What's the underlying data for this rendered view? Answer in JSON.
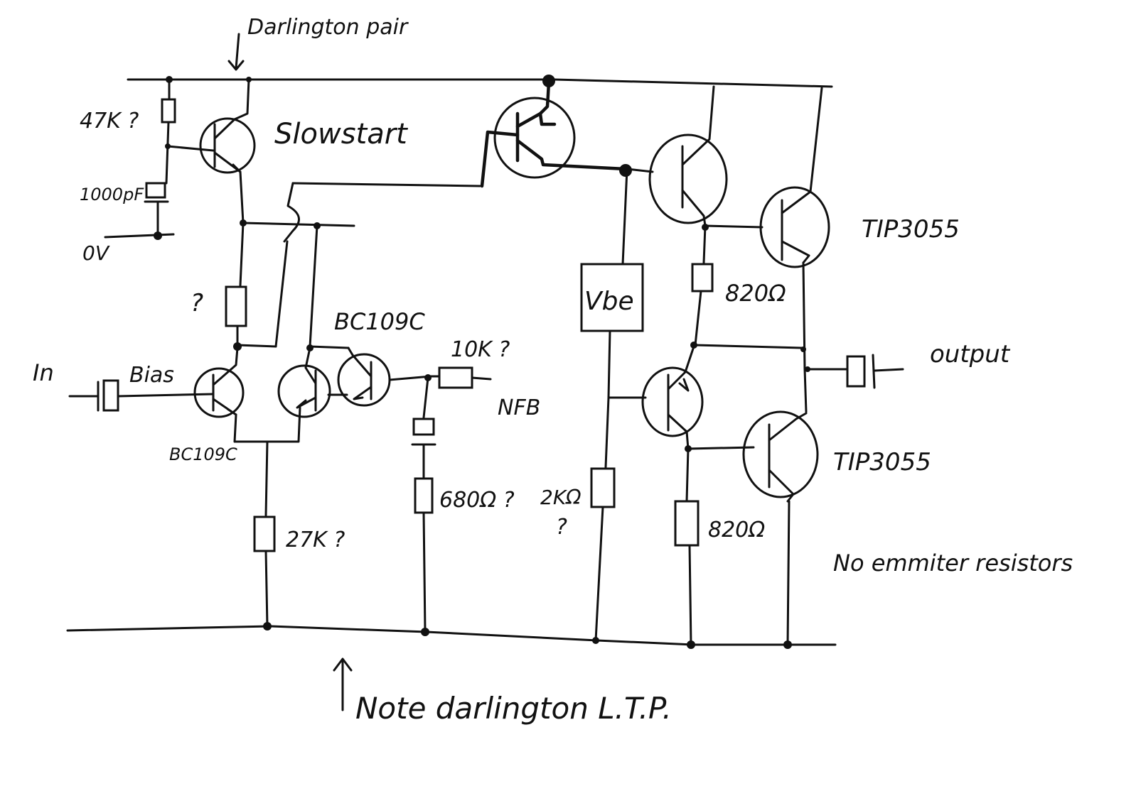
{
  "diagram": {
    "labels": {
      "darlington_pair": "Darlington pair",
      "r_47k": "47K ?",
      "slowstart": "Slowstart",
      "cap_1000": "1000pF",
      "zero_v": "0V",
      "q_mark_left": "?",
      "bc109c_top": "BC109C",
      "in": "In",
      "bias": "Bias",
      "bc109c_bottom": "BC109C",
      "r_10k": "10K ?",
      "nfb": "NFB",
      "r_27k": "27K ?",
      "r_680": "680Ω ?",
      "vbe": "Vbe",
      "r_2k2": "2KΩ",
      "q_mark_mid": "?",
      "tip3055_top": "TIP3055",
      "tip3055_bottom": "TIP3055",
      "r_820_top": "820Ω",
      "r_820_bottom": "820Ω",
      "output": "output",
      "no_emitter": "No emmiter resistors",
      "note": "Note darlington L.T.P."
    }
  }
}
